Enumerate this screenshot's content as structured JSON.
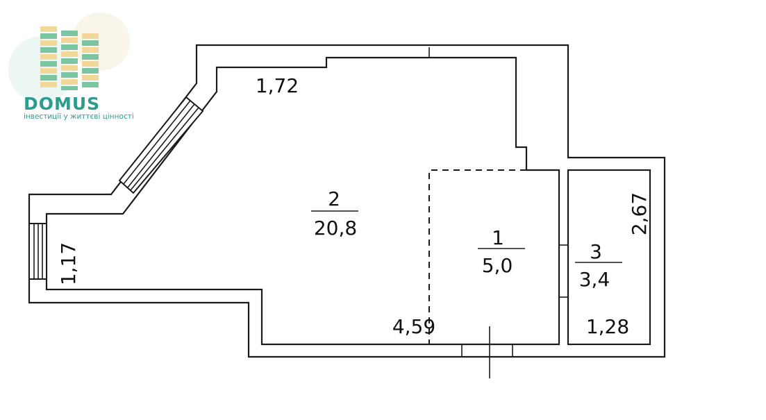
{
  "logo": {
    "title": "DOMUS",
    "subtitle": "інвестиції у життєві цінності",
    "brand_color": "#2f9b8f",
    "tower_green": "#7cc4a2",
    "tower_yellow": "#f1d79a"
  },
  "rooms": [
    {
      "id": "2",
      "number": "2",
      "area": "20,8"
    },
    {
      "id": "1",
      "number": "1",
      "area": "5,0"
    },
    {
      "id": "3",
      "number": "3",
      "area": "3,4"
    }
  ],
  "dimensions": {
    "top": "1,72",
    "left": "1,17",
    "bottom": "4,59",
    "bath_height": "2,67",
    "bath_width": "1,28"
  }
}
